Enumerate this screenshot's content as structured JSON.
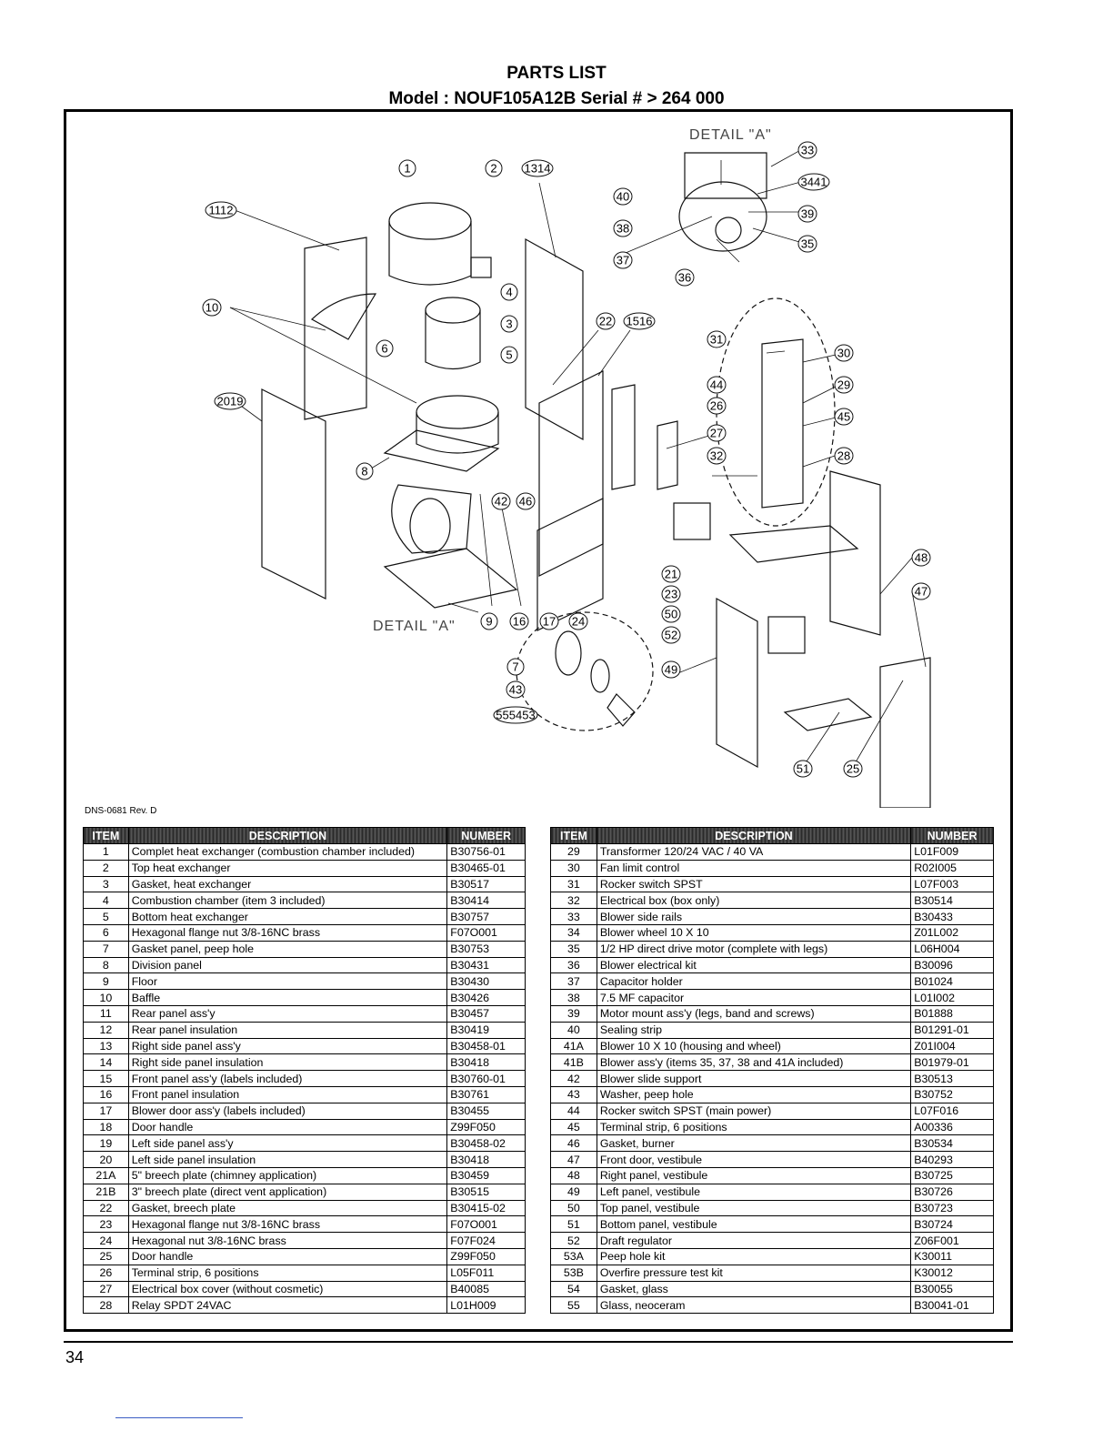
{
  "header": {
    "title": "PARTS LIST",
    "model": "Model : NOUF105A12B Serial # > 264 000"
  },
  "diagram": {
    "detail_top": "DETAIL \"A\"",
    "detail_bottom": "DETAIL \"A\"",
    "doc_ref": "DNS-0681 Rev. D",
    "callouts": [
      "1",
      "2",
      "1314",
      "1112",
      "10",
      "4",
      "3",
      "6",
      "5",
      "2019",
      "8",
      "42",
      "46",
      "22",
      "1516",
      "9",
      "16",
      "17",
      "24",
      "7",
      "43",
      "555453",
      "40",
      "33",
      "3441",
      "38",
      "39",
      "37",
      "35",
      "36",
      "31",
      "30",
      "44",
      "26",
      "29",
      "45",
      "27",
      "32",
      "28",
      "21",
      "23",
      "50",
      "52",
      "49",
      "48",
      "47",
      "51",
      "25"
    ]
  },
  "table_left": {
    "headers": [
      "ITEM",
      "DESCRIPTION",
      "NUMBER"
    ],
    "rows": [
      [
        "1",
        "Complet heat exchanger (combustion chamber included)",
        "B30756-01"
      ],
      [
        "2",
        "Top heat exchanger",
        "B30465-01"
      ],
      [
        "3",
        "Gasket, heat exchanger",
        "B30517"
      ],
      [
        "4",
        "Combustion chamber (item 3 included)",
        "B30414"
      ],
      [
        "5",
        "Bottom heat exchanger",
        "B30757"
      ],
      [
        "6",
        "Hexagonal flange nut 3/8-16NC brass",
        "F07O001"
      ],
      [
        "7",
        "Gasket panel, peep hole",
        "B30753"
      ],
      [
        "8",
        "Division panel",
        "B30431"
      ],
      [
        "9",
        "Floor",
        "B30430"
      ],
      [
        "10",
        "Baffle",
        "B30426"
      ],
      [
        "11",
        "Rear panel ass'y",
        "B30457"
      ],
      [
        "12",
        "Rear panel insulation",
        "B30419"
      ],
      [
        "13",
        "Right side panel ass'y",
        "B30458-01"
      ],
      [
        "14",
        "Right side panel insulation",
        "B30418"
      ],
      [
        "15",
        "Front panel ass'y (labels included)",
        "B30760-01"
      ],
      [
        "16",
        "Front panel insulation",
        "B30761"
      ],
      [
        "17",
        "Blower door ass'y (labels included)",
        "B30455"
      ],
      [
        "18",
        "Door handle",
        "Z99F050"
      ],
      [
        "19",
        "Left side panel ass'y",
        "B30458-02"
      ],
      [
        "20",
        "Left side panel insulation",
        "B30418"
      ],
      [
        "21A",
        "5\" breech plate (chimney application)",
        "B30459"
      ],
      [
        "21B",
        "3\" breech plate (direct vent application)",
        "B30515"
      ],
      [
        "22",
        "Gasket, breech plate",
        "B30415-02"
      ],
      [
        "23",
        "Hexagonal flange nut 3/8-16NC brass",
        "F07O001"
      ],
      [
        "24",
        "Hexagonal nut 3/8-16NC brass",
        "F07F024"
      ],
      [
        "25",
        "Door handle",
        "Z99F050"
      ],
      [
        "26",
        "Terminal strip, 6 positions",
        "L05F011"
      ],
      [
        "27",
        "Electrical box cover  (without cosmetic)",
        "B40085"
      ],
      [
        "28",
        "Relay SPDT 24VAC",
        "L01H009"
      ]
    ]
  },
  "table_right": {
    "headers": [
      "ITEM",
      "DESCRIPTION",
      "NUMBER"
    ],
    "rows": [
      [
        "29",
        "Transformer 120/24 VAC / 40 VA",
        "L01F009"
      ],
      [
        "30",
        "Fan limit control",
        "R02I005"
      ],
      [
        "31",
        "Rocker switch SPST",
        "L07F003"
      ],
      [
        "32",
        "Electrical box (box only)",
        "B30514"
      ],
      [
        "33",
        "Blower side rails",
        "B30433"
      ],
      [
        "34",
        "Blower wheel 10 X 10",
        "Z01L002"
      ],
      [
        "35",
        "1/2 HP direct drive motor (complete with legs)",
        "L06H004"
      ],
      [
        "36",
        "Blower electrical kit",
        "B30096"
      ],
      [
        "37",
        "Capacitor holder",
        "B01024"
      ],
      [
        "38",
        "7.5 MF capacitor",
        "L01I002"
      ],
      [
        "39",
        "Motor mount ass'y  (legs, band and screws)",
        "B01888"
      ],
      [
        "40",
        "Sealing strip",
        "B01291-01"
      ],
      [
        "41A",
        "Blower 10 X 10 (housing and wheel)",
        "Z01I004"
      ],
      [
        "41B",
        "Blower ass'y (items 35, 37, 38 and 41A included)",
        "B01979-01"
      ],
      [
        "42",
        "Blower slide support",
        "B30513"
      ],
      [
        "43",
        "Washer, peep hole",
        "B30752"
      ],
      [
        "44",
        "Rocker switch SPST (main power)",
        "L07F016"
      ],
      [
        "45",
        "Terminal strip, 6 positions",
        "A00336"
      ],
      [
        "46",
        "Gasket, burner",
        "B30534"
      ],
      [
        "47",
        "Front door, vestibule",
        "B40293"
      ],
      [
        "48",
        "Right panel, vestibule",
        "B30725"
      ],
      [
        "49",
        "Left panel, vestibule",
        "B30726"
      ],
      [
        "50",
        "Top panel, vestibule",
        "B30723"
      ],
      [
        "51",
        "Bottom panel, vestibule",
        "B30724"
      ],
      [
        "52",
        "Draft regulator",
        "Z06F001"
      ],
      [
        "53A",
        "Peep hole kit",
        "K30011"
      ],
      [
        "53B",
        "Overfire pressure test kit",
        "K30012"
      ],
      [
        "54",
        "Gasket, glass",
        "B30055"
      ],
      [
        "55",
        "Glass, neoceram",
        "B30041-01"
      ]
    ]
  },
  "footer": {
    "page_number": "34"
  }
}
